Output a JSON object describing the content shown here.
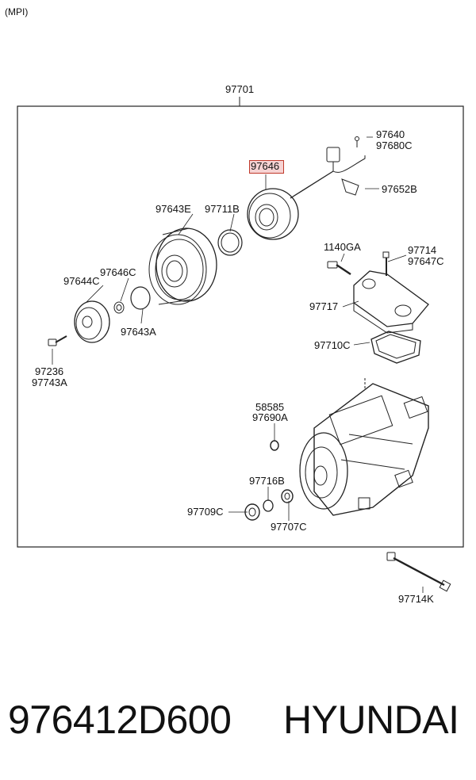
{
  "header": {
    "variant": "(MPI)"
  },
  "assembly": {
    "number": "97701"
  },
  "highlight": {
    "part": "97646",
    "color": "#f6d3d3"
  },
  "callouts": [
    {
      "id": "c1",
      "text": "97640"
    },
    {
      "id": "c2",
      "text": "97680C"
    },
    {
      "id": "c3",
      "text": "97646"
    },
    {
      "id": "c4",
      "text": "97652B"
    },
    {
      "id": "c5",
      "text": "97643E"
    },
    {
      "id": "c6",
      "text": "97711B"
    },
    {
      "id": "c7",
      "text": "97646C"
    },
    {
      "id": "c8",
      "text": "97644C"
    },
    {
      "id": "c9",
      "text": "97643A"
    },
    {
      "id": "c10",
      "text": "97236"
    },
    {
      "id": "c11",
      "text": "97743A"
    },
    {
      "id": "c12",
      "text": "1140GA"
    },
    {
      "id": "c13",
      "text": "97714"
    },
    {
      "id": "c14",
      "text": "97647C"
    },
    {
      "id": "c15",
      "text": "97717"
    },
    {
      "id": "c16",
      "text": "97710C"
    },
    {
      "id": "c17",
      "text": "58585"
    },
    {
      "id": "c18",
      "text": "97690A"
    },
    {
      "id": "c19",
      "text": "97716B"
    },
    {
      "id": "c20",
      "text": "97709C"
    },
    {
      "id": "c21",
      "text": "97707C"
    },
    {
      "id": "c22",
      "text": "97714K"
    }
  ],
  "caption": {
    "part_number": "976412D600",
    "brand": "HYUNDAI"
  }
}
